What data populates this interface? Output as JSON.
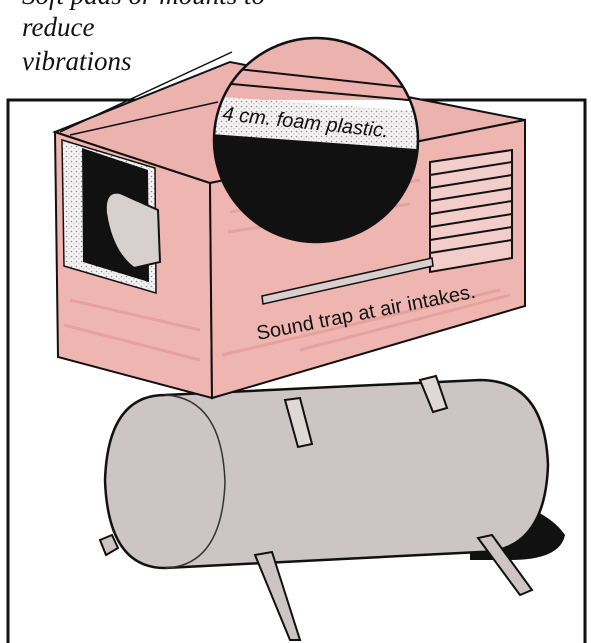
{
  "caption": {
    "partial_line": "Soft pads or mounts to",
    "line1": "reduce",
    "line2": "vibrations"
  },
  "labels": {
    "magnifier": "4 cm. foam plastic.",
    "box": "Sound trap at air intakes."
  },
  "colors": {
    "enclosure": "#efb6b1",
    "enclosure_dark": "#e5a39d",
    "tank": "#cdc5c5",
    "ink": "#111111"
  }
}
